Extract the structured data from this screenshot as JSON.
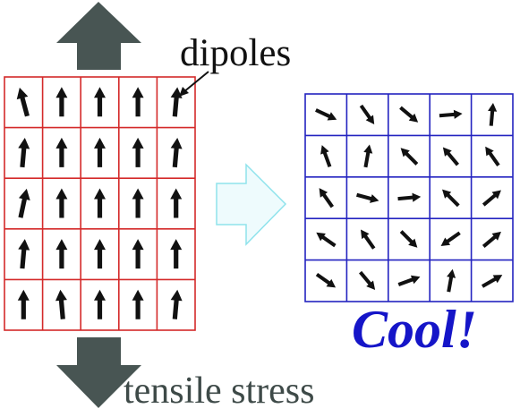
{
  "labels": {
    "dipoles": "dipoles",
    "tensile_stress": "tensile stress",
    "cool": "Cool!"
  },
  "colors": {
    "stress_arrow": "#485553",
    "left_grid": "#d42a2a",
    "right_grid": "#2323c0",
    "cool_text": "#1515c8",
    "dipole_arrow": "#111111",
    "transform_arrow_fill": "#eefbfd",
    "transform_arrow_stroke": "#8fe3ec",
    "label_text": "#111111",
    "stress_label_text": "#3e4a48"
  },
  "icons": {
    "top_stress": "up-arrow-icon",
    "bottom_stress": "down-arrow-icon",
    "transform": "right-arrow-icon"
  },
  "stressed_grid": {
    "rows": 5,
    "cols": 5,
    "dipole_angles_deg": [
      [
        -15,
        0,
        0,
        0,
        5
      ],
      [
        5,
        0,
        0,
        0,
        5
      ],
      [
        12,
        0,
        0,
        0,
        0
      ],
      [
        5,
        0,
        0,
        0,
        0
      ],
      [
        0,
        -5,
        0,
        0,
        5
      ]
    ]
  },
  "cooled_grid": {
    "rows": 5,
    "cols": 5,
    "dipole_angles_deg": [
      [
        115,
        145,
        130,
        85,
        5
      ],
      [
        -20,
        10,
        -45,
        -40,
        -35
      ],
      [
        -35,
        105,
        85,
        -45,
        50
      ],
      [
        -55,
        -35,
        135,
        -125,
        50
      ],
      [
        125,
        140,
        70,
        10,
        60
      ]
    ]
  }
}
